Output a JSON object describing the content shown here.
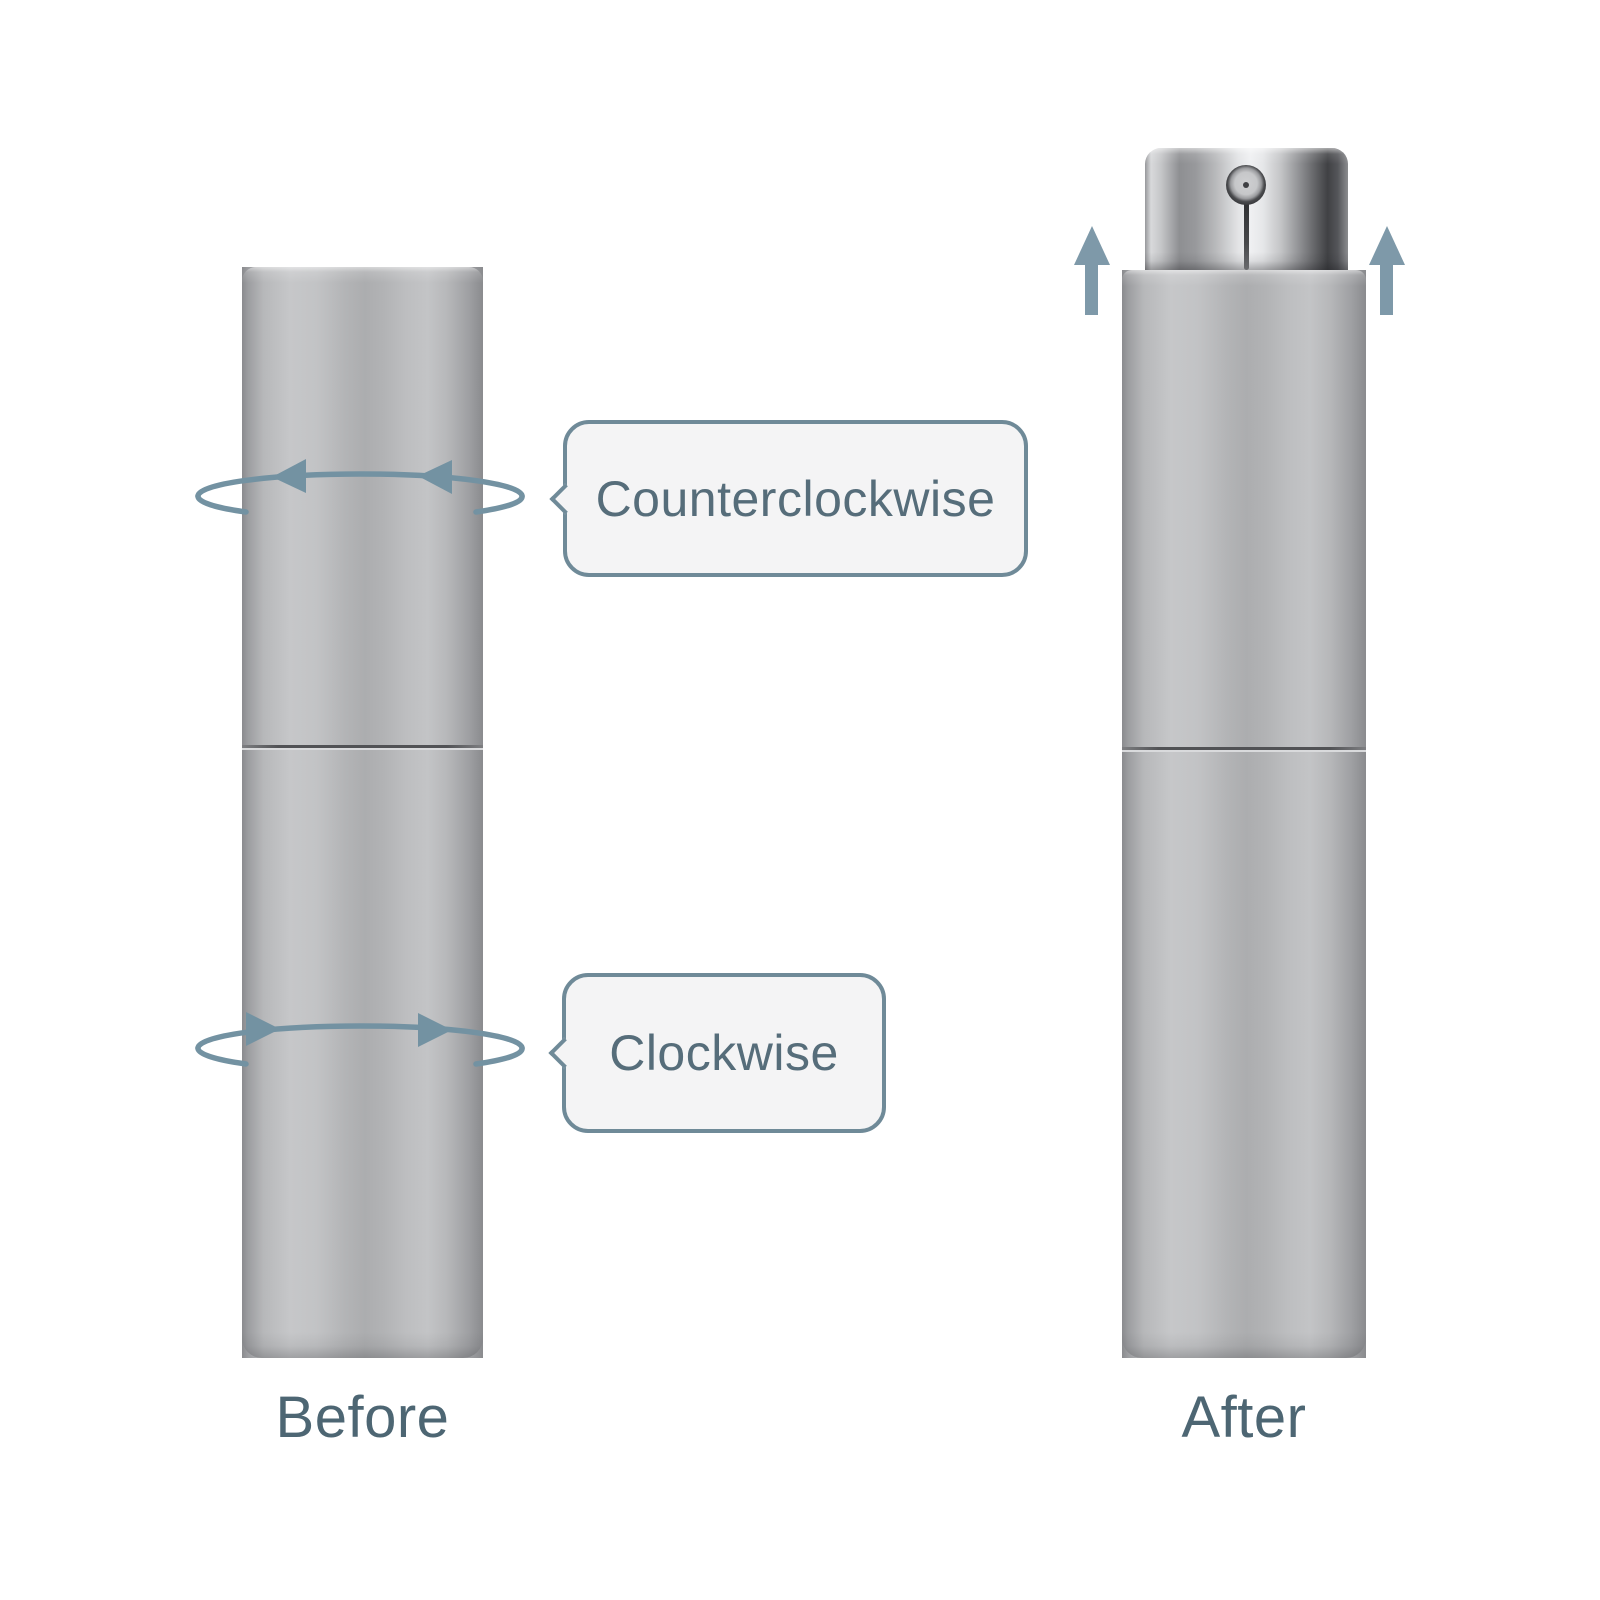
{
  "labels": {
    "before": "Before",
    "after": "After"
  },
  "callouts": {
    "counterclockwise": "Counterclockwise",
    "clockwise": "Clockwise"
  },
  "colors": {
    "background": "#ffffff",
    "annotation_accent": "#7392a2",
    "lift_arrow": "#7e99a9",
    "callout_border": "#6f8a98",
    "callout_background": "#f4f4f5",
    "callout_text": "#566d7a",
    "caption_text": "#4d6673",
    "bottle_silver": "#b5b6b8",
    "chrome_dark": "#404144"
  }
}
